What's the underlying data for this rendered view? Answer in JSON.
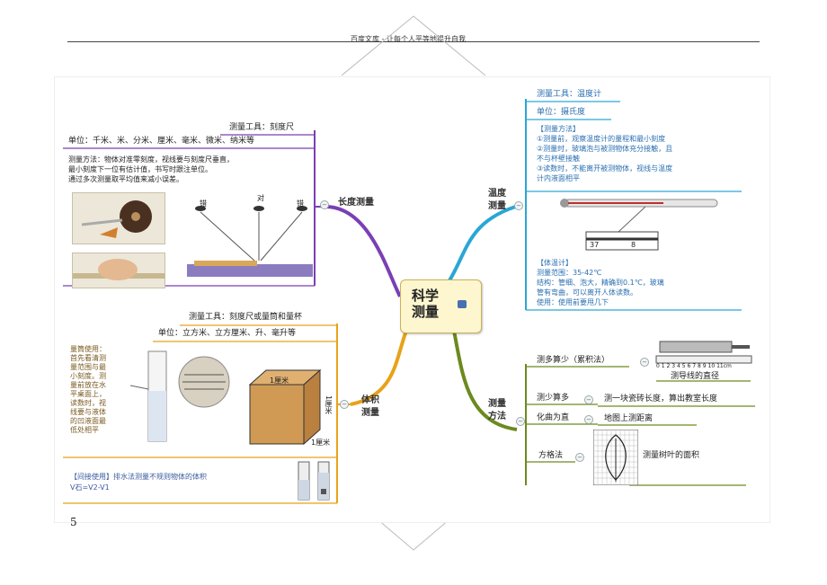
{
  "header": {
    "text": "百度文库 - 让每个人平等地提升自我"
  },
  "page_number": "5",
  "center": {
    "line1": "科学",
    "line2": "测量"
  },
  "length": {
    "label": "长度测量",
    "tool": "测量工具：刻度尺",
    "unit": "单位：千米、米、分米、厘米、毫米、微米、纳米等",
    "method1": "测量方法：物体对准零刻度，视线要与刻度尺垂直，",
    "method2": "最小刻度下一位有估计值，书写时跟注单位。",
    "method3": "通过多次测量取平均值来减小误差。",
    "eye_labels": [
      "错",
      "对",
      "错"
    ]
  },
  "temperature": {
    "label1": "温度",
    "label2": "测量",
    "tool": "测量工具：温度计",
    "unit": "单位：摄氏度",
    "method_title": "【测量方法】",
    "method1": "①测量前，观察温度计的量程和最小刻度",
    "method2": "②测量时，玻璃泡与被测物体充分接触，且",
    "method3": "不与杯壁接触",
    "method4": "③读数时，不能离开被测物体，视线与温度",
    "method5": "计内液面相平",
    "scale_left": "37",
    "scale_right": "8",
    "body_title": "【体温计】",
    "body1": "测量范围：35-42℃",
    "body2": "结构：管细、泡大，精确到0.1℃，玻璃",
    "body3": "管有弯曲，可以离开人体读数。",
    "body4": "使用：使用前要甩几下"
  },
  "volume": {
    "label1": "体积",
    "label2": "测量",
    "tool": "测量工具：刻度尺或量筒和量杯",
    "unit": "单位：立方米、立方厘米、升、毫升等",
    "cyl": [
      "量筒使用：",
      "首先看清测",
      "量范围与最",
      "小刻度。测",
      "量前放在水",
      "平桌面上，",
      "读数时，视",
      "线要与液体",
      "的凹液面最",
      "低处相平"
    ],
    "cube_top": "1厘米",
    "cube_side": "1厘米",
    "cube_bottom": "1厘米",
    "indirect": "【间接使用】排水法测量不规则物体的体积",
    "formula": "V石=V2-V1"
  },
  "methods": {
    "label1": "测量",
    "label2": "方法",
    "item1": "测多算少（累积法）",
    "item1_caption": "测导线的直径",
    "ruler_ticks": [
      "0",
      "1",
      "2",
      "3",
      "4",
      "5",
      "6",
      "7",
      "8",
      "9",
      "10",
      "11cm"
    ],
    "item2": "测少算多",
    "item2_desc": "测一块瓷砖长度，算出教室长度",
    "item3": "化曲为直",
    "item3_desc": "地图上测距离",
    "item4": "方格法",
    "item4_desc": "测量树叶的面积"
  },
  "colors": {
    "length_branch": "#7a3fb5",
    "temp_branch": "#2aa6d6",
    "volume_branch": "#e8a21a",
    "method_branch": "#6c8a1f"
  }
}
